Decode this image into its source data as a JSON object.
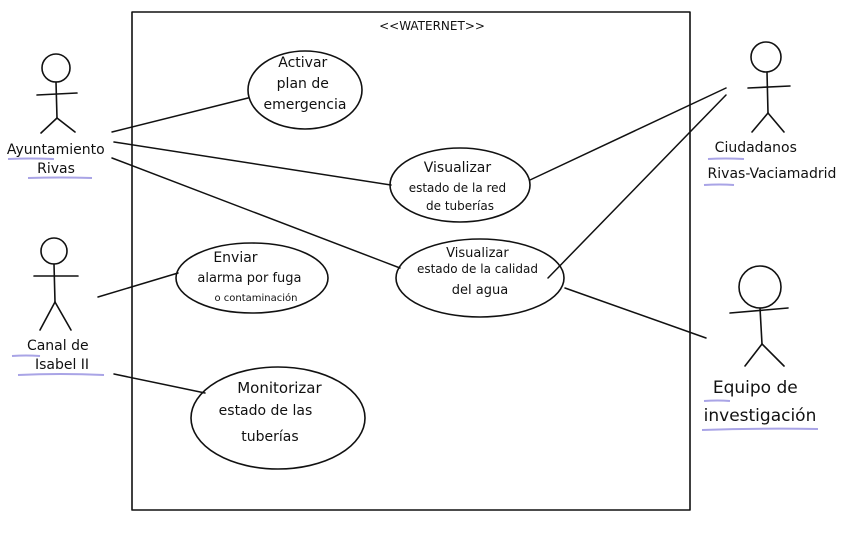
{
  "system": {
    "title": "<<WATERNET>>"
  },
  "actors": [
    {
      "id": "ayuntamiento",
      "lines": [
        "Ayuntamiento",
        "Rivas"
      ]
    },
    {
      "id": "canal",
      "lines": [
        "Canal de",
        "Isabel II"
      ]
    },
    {
      "id": "ciudadanos",
      "lines": [
        "Ciudadanos",
        "Rivas-Vaciamadrid"
      ]
    },
    {
      "id": "equipo",
      "lines": [
        "Equipo de",
        "investigación"
      ]
    }
  ],
  "use_cases": [
    {
      "id": "activar",
      "lines": [
        "Activar",
        "plan de",
        "emergencia"
      ]
    },
    {
      "id": "red",
      "lines": [
        "Visualizar",
        "estado de la red",
        "de tuberías"
      ]
    },
    {
      "id": "calidad",
      "lines": [
        "Visualizar",
        "estado de la calidad",
        "del agua"
      ]
    },
    {
      "id": "alarma",
      "lines": [
        "Enviar",
        "alarma por fuga",
        "o contaminación"
      ]
    },
    {
      "id": "monitorizar",
      "lines": [
        "Monitorizar",
        "estado de las",
        "tuberías"
      ]
    }
  ],
  "colors": {
    "ink": "#111111",
    "underline": "#a9a4e6"
  }
}
